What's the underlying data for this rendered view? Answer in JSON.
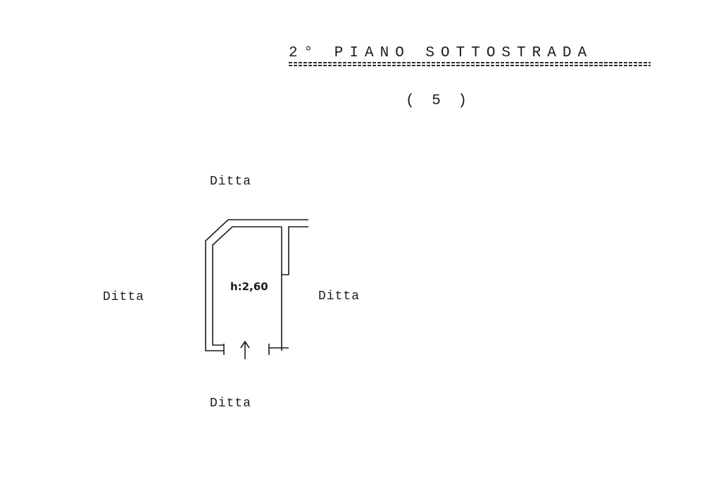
{
  "header": {
    "title": "2° PIANO SOTTOSTRADA",
    "subtitle": "( 5 )"
  },
  "plan": {
    "neighbors": {
      "top": "Ditta",
      "left": "Ditta",
      "right": "Ditta",
      "bottom": "Ditta"
    },
    "height_label": "h:2,60",
    "entrance_icon": "arrow-up-icon"
  }
}
